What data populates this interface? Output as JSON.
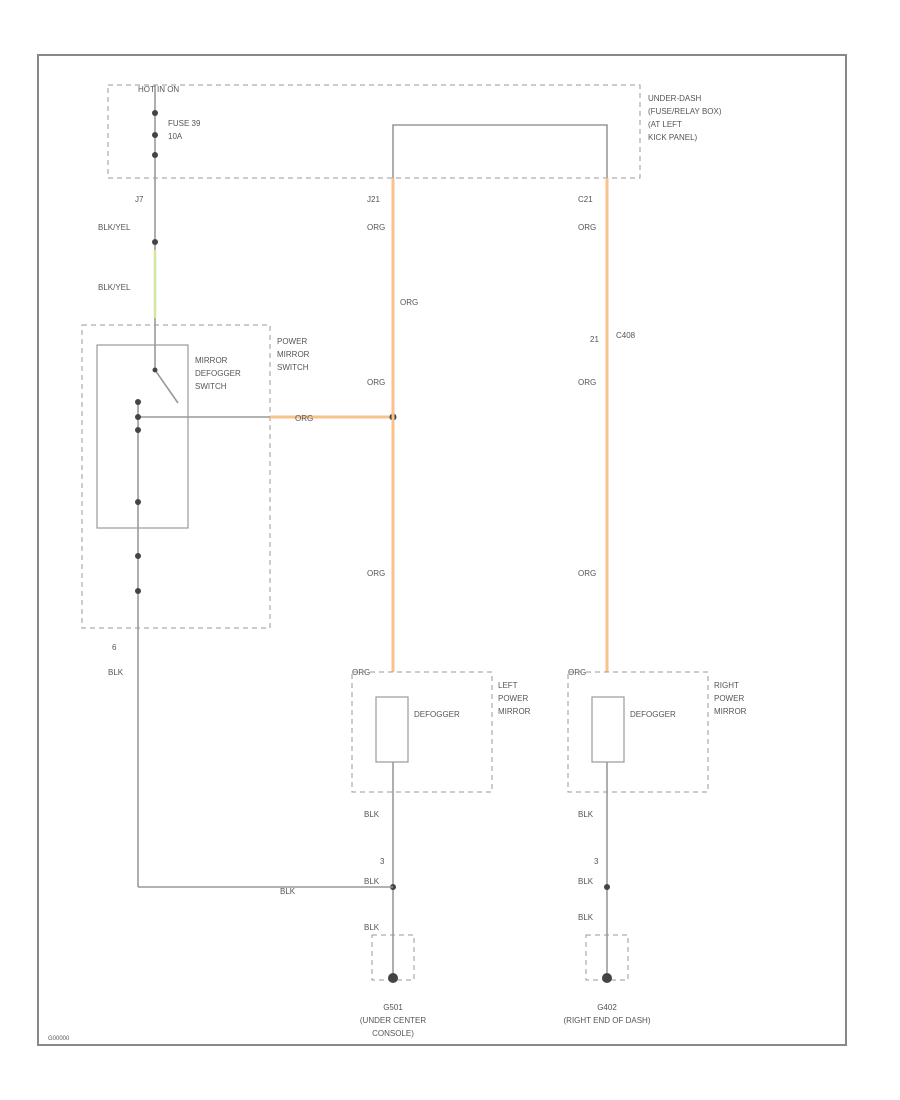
{
  "fuse_box": {
    "hot_label": "HOT IN ON",
    "fuse_label": "FUSE 39",
    "fuse_rating": "10A",
    "name_lines": [
      "UNDER-DASH",
      "(FUSE/RELAY BOX)",
      "(AT LEFT",
      "KICK PANEL)"
    ]
  },
  "left_feed": {
    "connector": "J7",
    "wire1": "BLK/YEL",
    "wire2": "BLK/YEL"
  },
  "switch": {
    "inner_lines": [
      "MIRROR",
      "DEFOGGER",
      "SWITCH"
    ],
    "outer_lines": [
      "POWER",
      "MIRROR",
      "SWITCH"
    ],
    "pin": "6",
    "wire_out": "ORG",
    "ground_wire": "BLK"
  },
  "left_circuit": {
    "connector": "J21",
    "wire_a": "ORG",
    "splice": "ORG",
    "wire_b": "ORG",
    "wire_c": "ORG",
    "wire_d": "ORG",
    "mirror_lines": [
      "LEFT",
      "POWER",
      "MIRROR"
    ],
    "component": "DEFOGGER",
    "blk1": "BLK",
    "pin": "3",
    "blk2": "BLK",
    "blk3": "BLK",
    "ground": "G501",
    "ground_loc": [
      "(UNDER CENTER",
      "CONSOLE)"
    ]
  },
  "right_circuit": {
    "connector": "C21",
    "wire_a": "ORG",
    "pin_c408": "21",
    "connector2": "C408",
    "wire_b": "ORG",
    "wire_c": "ORG",
    "wire_d": "ORG",
    "mirror_lines": [
      "RIGHT",
      "POWER",
      "MIRROR"
    ],
    "component": "DEFOGGER",
    "blk1": "BLK",
    "pin": "3",
    "blk2": "BLK",
    "blk3": "BLK",
    "ground": "G402",
    "ground_loc": "(RIGHT END OF DASH)"
  },
  "bottom_wire": "BLK",
  "figure_id": "G00000"
}
